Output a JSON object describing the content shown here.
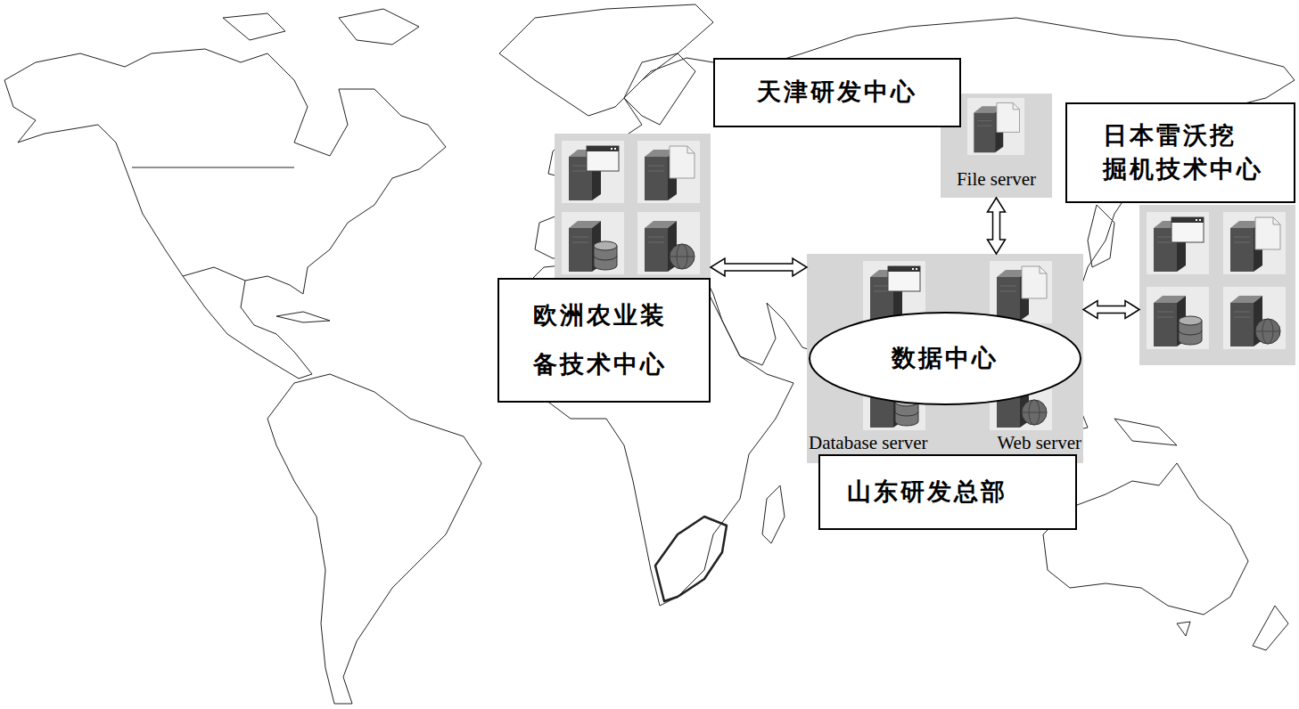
{
  "diagram": {
    "nodes": [
      {
        "text": [
          "天津研发中心",
          "File server"
        ]
      },
      {
        "text": [
          "日本雷沃挖 掘机技术中心"
        ]
      },
      {
        "text": [
          "欧洲农业装 备技术中心"
        ]
      },
      {
        "text": [
          "Database server",
          "Web server",
          "山东研发总部"
        ]
      },
      {
        "text": [
          "数据中心"
        ],
        "in": 3
      }
    ],
    "edges": [
      {
        "from": 2,
        "to": 3,
        "arrow": "both"
      },
      {
        "from": 0,
        "to": 3,
        "arrow": "both"
      },
      {
        "from": 3,
        "to": 1,
        "arrow": "both"
      }
    ]
  }
}
